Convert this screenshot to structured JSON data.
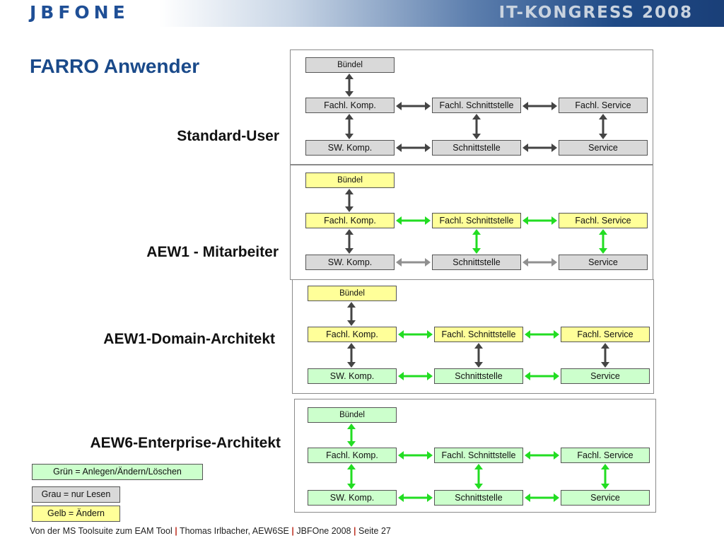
{
  "header": {
    "logo": "JBFONE",
    "event": "IT-KONGRESS 2008",
    "brand_color": "#1f4f96"
  },
  "page_title": "FARRO Anwender",
  "roles": [
    {
      "label": "Standard-User"
    },
    {
      "label": "AEW1 - Mitarbeiter"
    },
    {
      "label": "AEW1-Domain-Architekt"
    },
    {
      "label": "AEW6-Enterprise-Architekt"
    }
  ],
  "panels": [
    {
      "colors": {
        "buendel": "grey",
        "fachl": "grey",
        "sw": "grey"
      },
      "links": {
        "buendel_fachl": "grey",
        "fachl_h": "grey",
        "fachl_sw": "grey",
        "sw_h": "grey"
      },
      "boxes": {
        "buendel": "Bündel",
        "fachl_komp": "Fachl. Komp.",
        "fachl_schnittstelle": "Fachl. Schnittstelle",
        "fachl_service": "Fachl. Service",
        "sw_komp": "SW. Komp.",
        "schnittstelle": "Schnittstelle",
        "service": "Service"
      }
    },
    {
      "colors": {
        "buendel": "yellow",
        "fachl": "yellow",
        "sw": "grey"
      },
      "links": {
        "buendel_fachl": "grey",
        "fachl_h": "green",
        "fachl_sw": "grey",
        "sw_h": "grey",
        "fachl_sw_right": "green"
      },
      "boxes": {
        "buendel": "Bündel",
        "fachl_komp": "Fachl. Komp.",
        "fachl_schnittstelle": "Fachl. Schnittstelle",
        "fachl_service": "Fachl. Service",
        "sw_komp": "SW. Komp.",
        "schnittstelle": "Schnittstelle",
        "service": "Service"
      }
    },
    {
      "colors": {
        "buendel": "yellow",
        "fachl": "yellow",
        "sw": "green"
      },
      "links": {
        "buendel_fachl": "grey",
        "fachl_h": "green",
        "fachl_sw": "grey",
        "sw_h": "green",
        "fachl_sw_right": "grey"
      },
      "boxes": {
        "buendel": "Bündel",
        "fachl_komp": "Fachl. Komp.",
        "fachl_schnittstelle": "Fachl. Schnittstelle",
        "fachl_service": "Fachl. Service",
        "sw_komp": "SW. Komp.",
        "schnittstelle": "Schnittstelle",
        "service": "Service"
      }
    },
    {
      "colors": {
        "buendel": "green",
        "fachl": "green",
        "sw": "green"
      },
      "links": {
        "buendel_fachl": "green",
        "fachl_h": "green",
        "fachl_sw": "green",
        "sw_h": "green",
        "fachl_sw_right": "green"
      },
      "boxes": {
        "buendel": "Bündel",
        "fachl_komp": "Fachl. Komp.",
        "fachl_schnittstelle": "Fachl. Schnittstelle",
        "fachl_service": "Fachl. Service",
        "sw_komp": "SW. Komp.",
        "schnittstelle": "Schnittstelle",
        "service": "Service"
      }
    }
  ],
  "legend": {
    "green": "Grün = Anlegen/Ändern/Löschen",
    "grey": "Grau = nur Lesen",
    "yellow": "Gelb = Ändern"
  },
  "colors": {
    "grey_box": "#d9d9d9",
    "yellow_box": "#ffff99",
    "green_box": "#ccffcc",
    "arrow_grey": "#444444",
    "arrow_light_grey": "#909090",
    "arrow_green": "#22dd22"
  },
  "footer": {
    "part1": "Von der MS Toolsuite zum EAM Tool",
    "part2": "Thomas Irlbacher, AEW6SE",
    "part3": "JBFOne 2008",
    "part4": "Seite 27"
  }
}
